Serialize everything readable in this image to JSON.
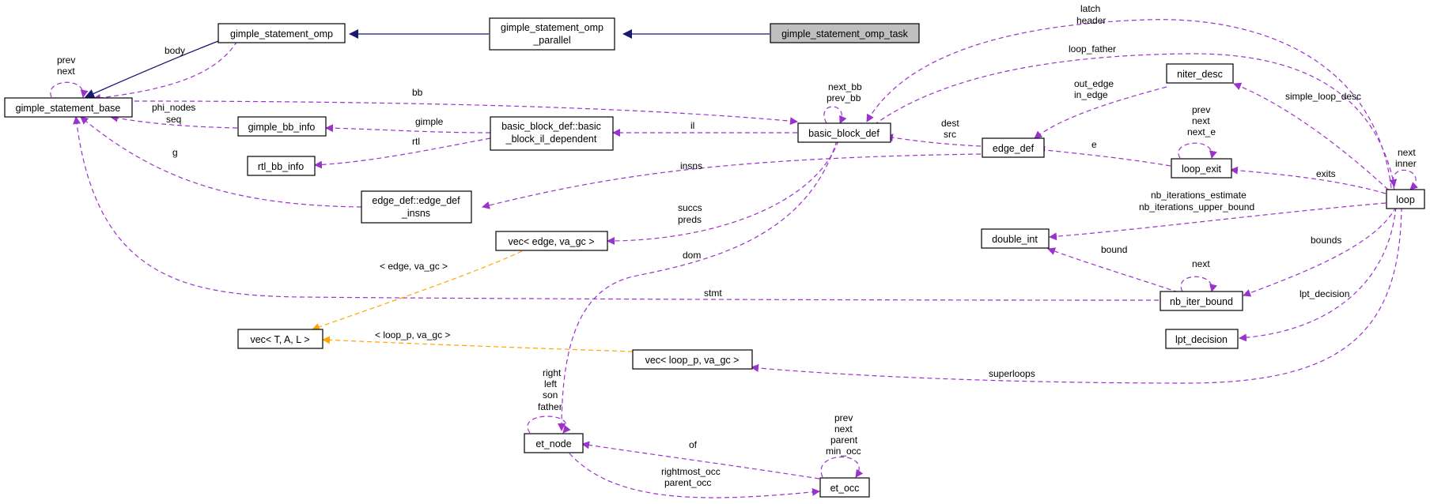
{
  "colors": {
    "member": "#9a32cd",
    "template": "#ffa500",
    "inherit": "#191970",
    "highlight": "#bfbfbf"
  },
  "nodes": {
    "gimple_statement_omp_task": "gimple_statement_omp_task",
    "gimple_statement_omp_parallel_1": "gimple_statement_omp",
    "gimple_statement_omp_parallel_2": "_parallel",
    "gimple_statement_omp": "gimple_statement_omp",
    "gimple_statement_base": "gimple_statement_base",
    "gimple_bb_info": "gimple_bb_info",
    "rtl_bb_info": "rtl_bb_info",
    "bb_il_dependent_1": "basic_block_def::basic",
    "bb_il_dependent_2": "_block_il_dependent",
    "edge_def_insns_1": "edge_def::edge_def",
    "edge_def_insns_2": "_insns",
    "basic_block_def": "basic_block_def",
    "vec_edge": "vec< edge, va_gc >",
    "vec_t": "vec< T, A, L >",
    "vec_loop": "vec< loop_p, va_gc >",
    "et_node": "et_node",
    "et_occ": "et_occ",
    "edge_def": "edge_def",
    "niter_desc": "niter_desc",
    "loop_exit": "loop_exit",
    "double_int": "double_int",
    "nb_iter_bound": "nb_iter_bound",
    "lpt_decision": "lpt_decision",
    "loop": "loop"
  },
  "labels": {
    "prev": "prev",
    "next": "next",
    "body": "body",
    "bb": "bb",
    "phi_nodes": "phi_nodes",
    "seq": "seq",
    "gimple": "gimple",
    "rtl": "rtl",
    "g": "g",
    "il": "il",
    "next_bb": "next_bb",
    "prev_bb": "prev_bb",
    "latch": "latch",
    "header": "header",
    "loop_father": "loop_father",
    "out_edge": "out_edge",
    "in_edge": "in_edge",
    "dest": "dest",
    "src": "src",
    "le_prev": "prev",
    "le_next": "next",
    "le_next_e": "next_e",
    "e": "e",
    "insns": "insns",
    "simple_loop_desc": "simple_loop_desc",
    "loop_next": "next",
    "loop_inner": "inner",
    "exits": "exits",
    "nb_iterations_estimate": "nb_iterations_estimate",
    "nb_iterations_upper_bound": "nb_iterations_upper_bound",
    "succs": "succs",
    "preds": "preds",
    "bound": "bound",
    "nb_next": "next",
    "bounds": "bounds",
    "dom": "dom",
    "edge_va_gc": "< edge, va_gc >",
    "stmt": "stmt",
    "lpt_decision": "lpt_decision",
    "loop_p_va_gc": "< loop_p, va_gc >",
    "superloops": "superloops",
    "right": "right",
    "left": "left",
    "son": "son",
    "father": "father",
    "occ_prev": "prev",
    "occ_next": "next",
    "parent": "parent",
    "min_occ": "min_occ",
    "of": "of",
    "rightmost_occ": "rightmost_occ",
    "parent_occ": "parent_occ"
  }
}
